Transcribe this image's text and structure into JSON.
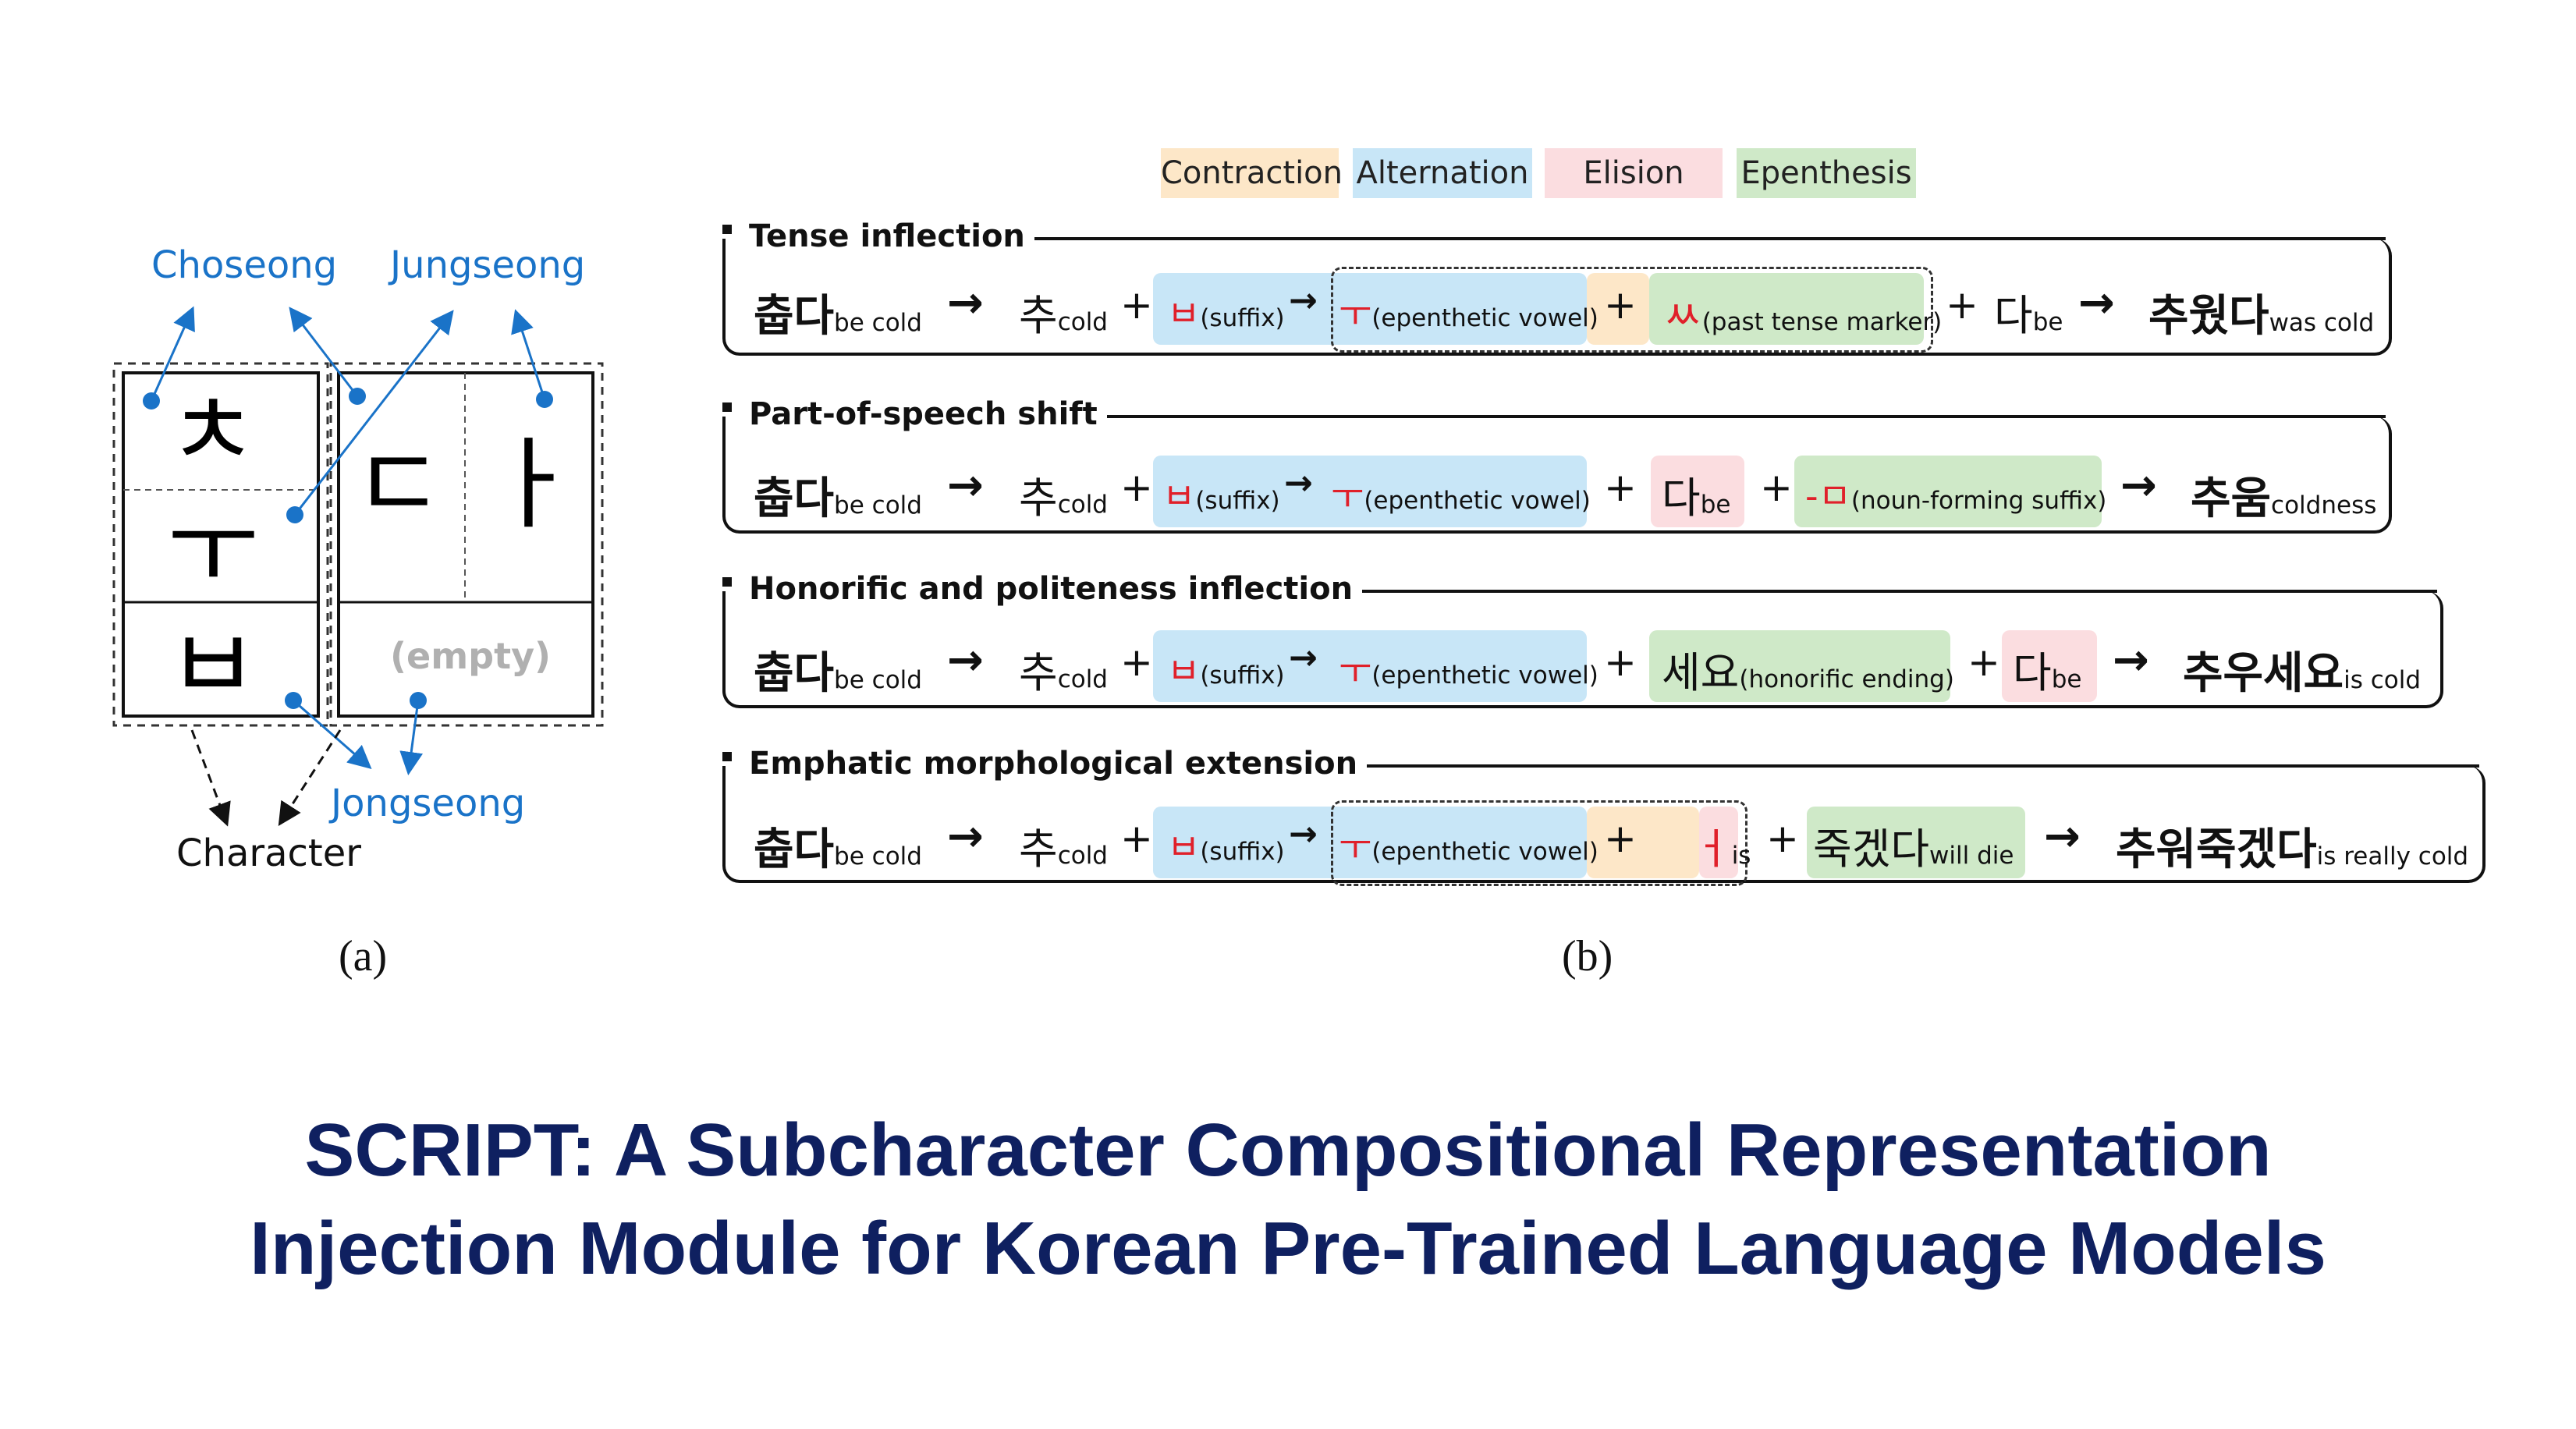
{
  "legend": {
    "contraction": "Contraction",
    "alternation": "Alternation",
    "elision": "Elision",
    "epenthesis": "Epenthesis",
    "colors": {
      "contraction": "#fde7c8",
      "alternation": "#c8e6f7",
      "elision": "#fbdde0",
      "epenthesis": "#cfe9c8"
    }
  },
  "panel_a": {
    "choseong": "Choseong",
    "jungseong": "Jungseong",
    "jongseong": "Jongseong",
    "character": "Character",
    "empty": "(empty)",
    "caption": "(a)",
    "jamo": {
      "cho1": "ㅊ",
      "jung1": "ㅜ",
      "jong1": "ㅂ",
      "cho2": "ㄷ",
      "jung2": "ㅏ"
    },
    "label_color": "#1a73c8"
  },
  "panel_b": {
    "caption": "(b)",
    "rows": [
      {
        "title": "Tense inflection",
        "stem": "춥다",
        "stem_sub": "be cold",
        "chu": "추",
        "chu_sub": "cold",
        "suffix": "ㅂ",
        "suffix_sub": "(suffix)",
        "vowel": "ㅜ",
        "vowel_sub": "(epenthetic vowel)",
        "extra1": "ㅆ",
        "extra1_sub": "(past tense marker)",
        "extra2": "다",
        "extra2_sub": "be",
        "result": "추웠다",
        "result_sub": "was cold"
      },
      {
        "title": "Part-of-speech shift",
        "stem": "춥다",
        "stem_sub": "be cold",
        "chu": "추",
        "chu_sub": "cold",
        "suffix": "ㅂ",
        "suffix_sub": "(suffix)",
        "vowel": "ㅜ",
        "vowel_sub": "(epenthetic vowel)",
        "extra1": "다",
        "extra1_sub": "be",
        "extra2": "-ㅁ",
        "extra2_sub": "(noun-forming suffix)",
        "result": "추움",
        "result_sub": "coldness"
      },
      {
        "title": "Honorific and politeness inflection",
        "stem": "춥다",
        "stem_sub": "be cold",
        "chu": "추",
        "chu_sub": "cold",
        "suffix": "ㅂ",
        "suffix_sub": "(suffix)",
        "vowel": "ㅜ",
        "vowel_sub": "(epenthetic vowel)",
        "extra1": "세요",
        "extra1_sub": "(honorific ending)",
        "extra2": "다",
        "extra2_sub": "be",
        "result": "추우세요",
        "result_sub": "is cold"
      },
      {
        "title": "Emphatic morphological extension",
        "stem": "춥다",
        "stem_sub": "be cold",
        "chu": "추",
        "chu_sub": "cold",
        "suffix": "ㅂ",
        "suffix_sub": "(suffix)",
        "vowel": "ㅜ",
        "vowel_sub": "(epenthetic vowel)",
        "extra1": "ㅓ",
        "extra1_sub": "is",
        "extra2": "죽겠다",
        "extra2_sub": "will die",
        "result": "추워죽겠다",
        "result_sub": "is really cold"
      }
    ],
    "symbols": {
      "arrow": "→",
      "plus": "+"
    }
  },
  "title": {
    "line1": "SCRIPT: A Subcharacter Compositional Representation",
    "line2": "Injection Module for Korean Pre-Trained Language Models",
    "color": "#0f2060"
  }
}
